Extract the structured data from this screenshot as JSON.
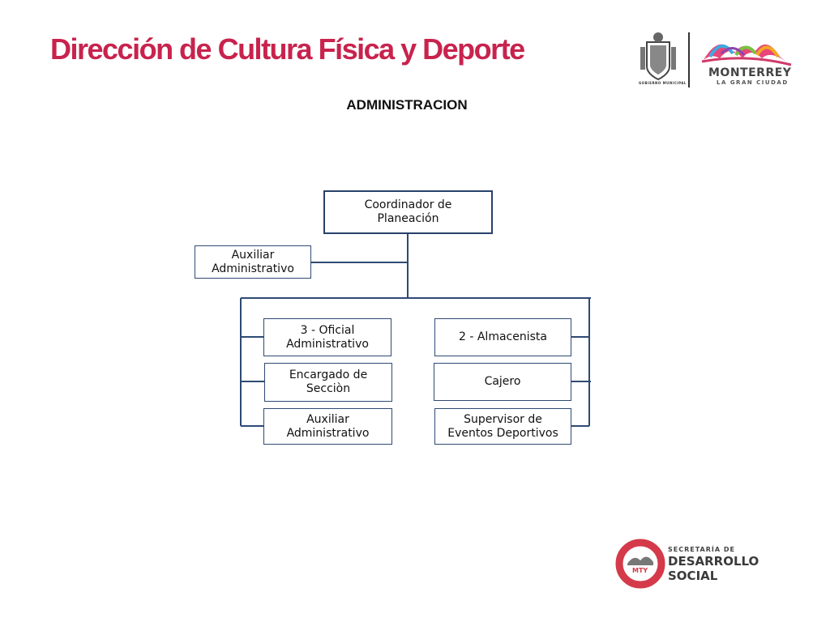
{
  "header": {
    "title": "Dirección de Cultura Física y Deporte",
    "subtitle": "ADMINISTRACION"
  },
  "org_chart": {
    "root": "Coordinador de\nPlaneación",
    "staff": "Auxiliar\nAdministrativo",
    "left_column": [
      "3 - Oficial\nAdministrativo",
      "Encargado de\nSecciòn",
      "Auxiliar\nAdministrativo"
    ],
    "right_column": [
      "2 - Almacenista",
      "Cajero",
      "Supervisor de\nEventos Deportivos"
    ]
  },
  "logos": {
    "municipal_seal": "GOBIERNO MUNICIPAL",
    "monterrey_name": "MONTERREY",
    "monterrey_tagline": "LA GRAN CIUDAD",
    "secretaria_line1": "SECRETARÍA DE",
    "secretaria_line2": "DESARROLLO",
    "secretaria_line3": "SOCIAL",
    "mty_badge": "MTY"
  },
  "colors": {
    "title": "#c8234d",
    "box_border": "#2e4a74",
    "connector": "#2e4a74",
    "secretaria_red": "#d43a4a"
  }
}
